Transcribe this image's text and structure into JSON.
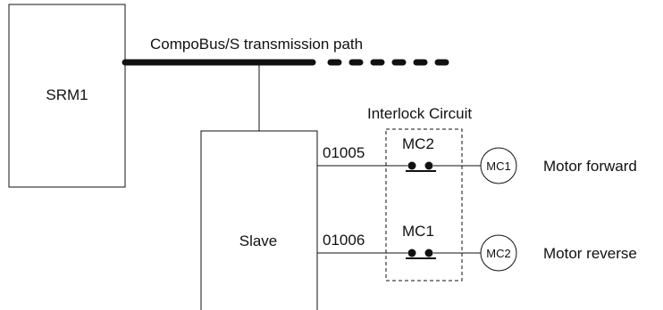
{
  "blocks": {
    "master_label": "SRM1",
    "slave_label": "Slave"
  },
  "bus": {
    "label": "CompoBus/S transmission path"
  },
  "interlock": {
    "label": "Interlock Circuit"
  },
  "outputs": [
    {
      "address": "01005",
      "contact_label": "MC2",
      "coil_label": "MC1",
      "function_label": "Motor forward"
    },
    {
      "address": "01006",
      "contact_label": "MC1",
      "coil_label": "MC2",
      "function_label": "Motor reverse"
    }
  ],
  "colors": {
    "line": "#111111",
    "background": "#ffffff"
  }
}
